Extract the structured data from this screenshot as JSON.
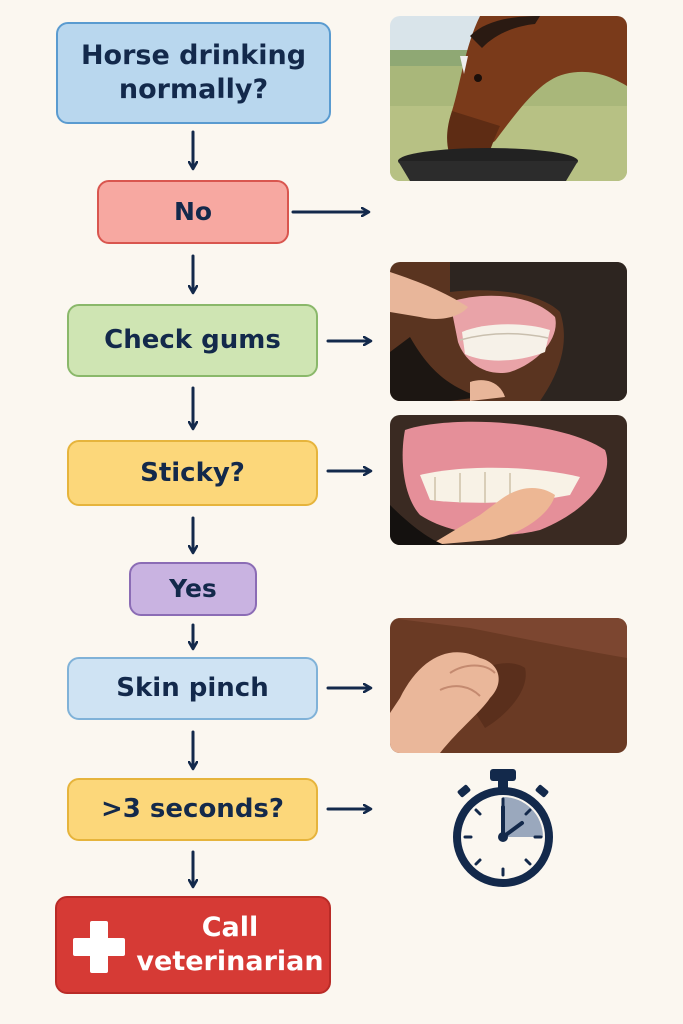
{
  "flowchart": {
    "nodes": [
      {
        "id": "horse-drinking",
        "label": "Horse drinking normally?"
      },
      {
        "id": "no",
        "label": "No"
      },
      {
        "id": "check-gums",
        "label": "Check gums"
      },
      {
        "id": "sticky",
        "label": "Sticky?"
      },
      {
        "id": "yes",
        "label": "Yes"
      },
      {
        "id": "skin-pinch",
        "label": "Skin pinch"
      },
      {
        "id": "three-seconds",
        "label": ">3 seconds?"
      },
      {
        "id": "call-vet",
        "label": "Call veterinarian"
      }
    ],
    "illustrations": [
      {
        "beside": "horse-drinking",
        "depicts": "horse-drinking-photo"
      },
      {
        "beside": "check-gums",
        "depicts": "horse-gums-photo"
      },
      {
        "beside": "sticky",
        "depicts": "gum-press-photo"
      },
      {
        "beside": "skin-pinch",
        "depicts": "skin-pinch-photo"
      },
      {
        "beside": "three-seconds",
        "depicts": "stopwatch-icon"
      }
    ]
  },
  "colors": {
    "background": "#fbf7f0",
    "arrow": "#13294b",
    "text": "#13294b",
    "call": "#d63a35"
  }
}
